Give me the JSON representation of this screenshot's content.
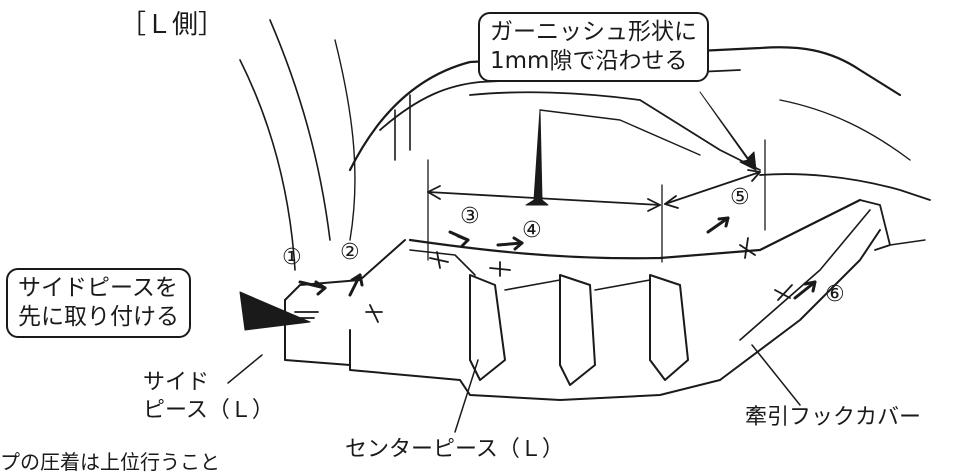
{
  "side_label": "［Ｌ側］",
  "callout_top": {
    "line1": "ガーニッシュ形状に",
    "line2": "1mm隙で沿わせる"
  },
  "callout_left": {
    "line1": "サイドピースを",
    "line2": "先に取り付ける"
  },
  "steps": [
    "①",
    "②",
    "③",
    "④",
    "⑤",
    "⑥"
  ],
  "parts": {
    "side_piece_line1": "サイド",
    "side_piece_line2": "ピース（Ｌ）",
    "center_piece": "センターピース（Ｌ）",
    "tow_hook_cover": "牽引フックカバー"
  },
  "footer_text": "プの圧着は上位行うこと"
}
